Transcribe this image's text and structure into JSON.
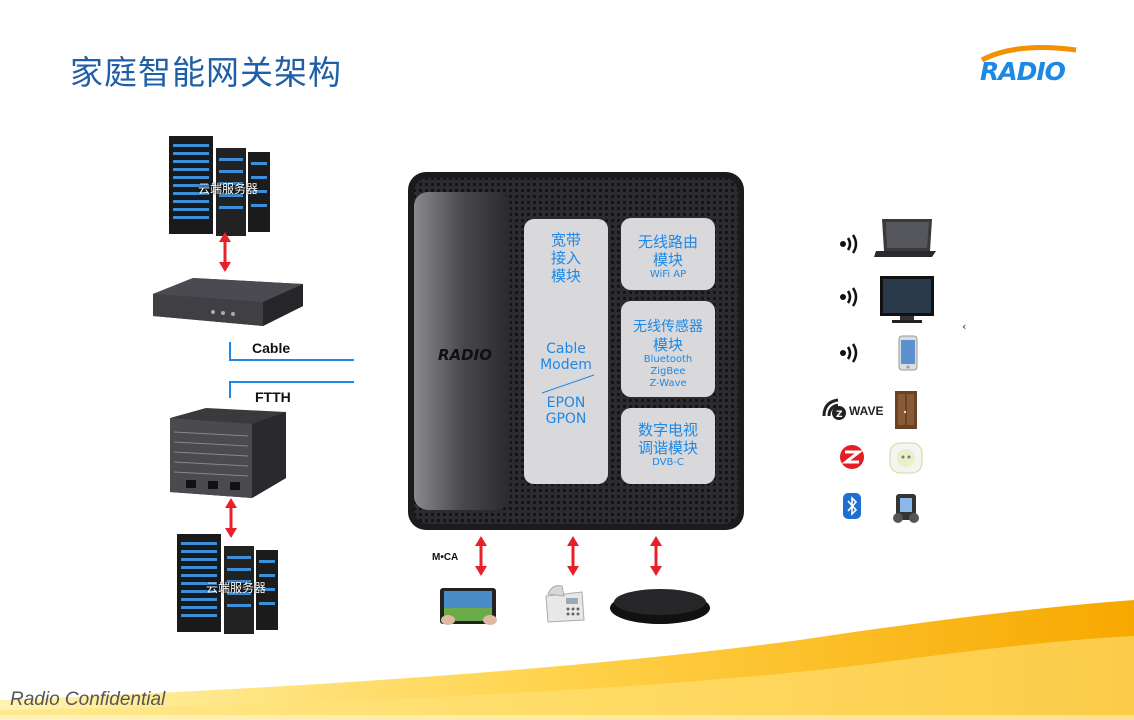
{
  "title": "家庭智能网关架构",
  "logo_text": "RADIO",
  "footer": "Radio Confidential",
  "left_chain": {
    "server_top_label": "云端服务器",
    "server_bottom_label": "云端服务器",
    "cable_label": "Cable",
    "ftth_label": "FTTH"
  },
  "gateway": {
    "brand": "RADIO",
    "broadband_module": {
      "line1": "宽带",
      "line2": "接入",
      "line3": "模块",
      "cable_modem_line1": "Cable",
      "cable_modem_line2": "Modem",
      "epon": "EPON",
      "gpon": "GPON"
    },
    "wireless_router": {
      "title1": "无线路由",
      "title2": "模块",
      "sub": "WiFi AP"
    },
    "wireless_sensor": {
      "title1": "无线传感器",
      "title2": "模块",
      "sub1": "Bluetooth",
      "sub2": "ZigBee",
      "sub3": "Z-Wave"
    },
    "digital_tv": {
      "title1": "数字电视",
      "title2": "调谐模块",
      "sub": "DVB-C"
    }
  },
  "bottom_devices": {
    "moca_label": "M•CA"
  },
  "right_devices": {
    "zwave_label": "WAVE",
    "stray_mark": "‹"
  },
  "colors": {
    "title": "#1f5fa8",
    "module_text": "#1e88e5",
    "arrow": "#e8202a",
    "module_bg": "#d9d9dc"
  }
}
